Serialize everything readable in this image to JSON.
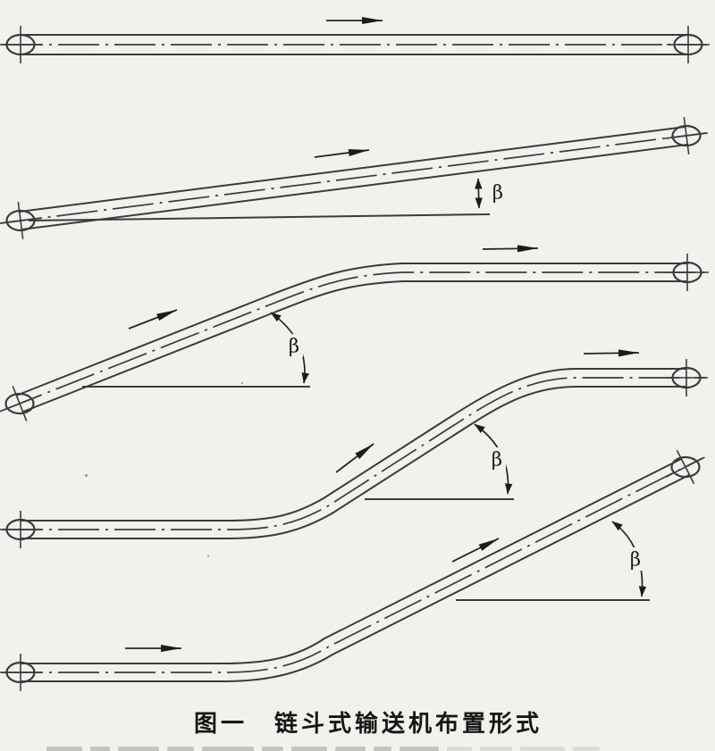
{
  "figure": {
    "caption": "图一　链斗式输送机布置形式",
    "angle_labels": [
      "β",
      "β",
      "β",
      "β"
    ]
  },
  "colors": {
    "paper": "#f2f1ee",
    "ink": "#3b3b3b"
  }
}
